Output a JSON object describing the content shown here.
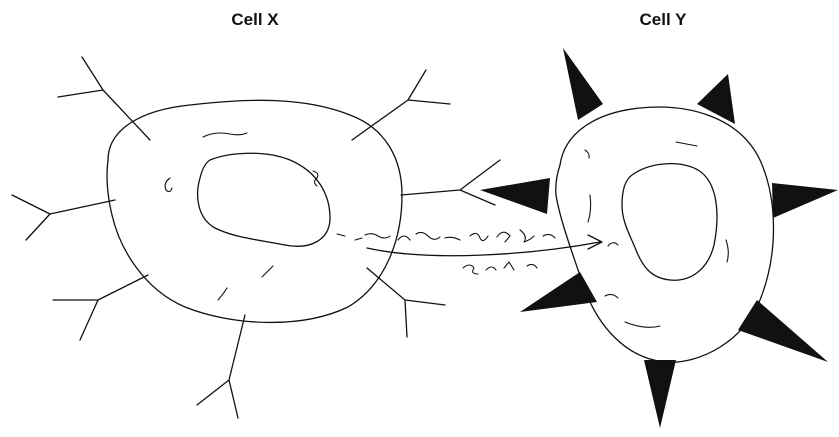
{
  "diagram": {
    "cells": [
      {
        "id": "cell-x",
        "label": "Cell X"
      },
      {
        "id": "cell-y",
        "label": "Cell Y"
      }
    ],
    "colors": {
      "line": "#111111",
      "background": "#ffffff"
    }
  }
}
